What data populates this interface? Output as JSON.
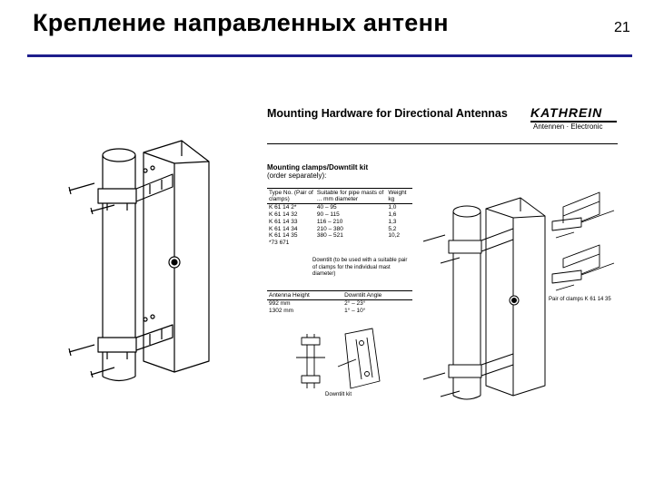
{
  "slide": {
    "title": "Крепление направленных антенн",
    "page_number": "21"
  },
  "document": {
    "heading": "Mounting Hardware for Directional Antennas",
    "brand": "KATHREIN",
    "brand_subtitle": "Antennen · Electronic",
    "kit_title": "Mounting clamps/Downtilt kit",
    "kit_subtitle": "(order separately):",
    "clamp_table": {
      "headers": [
        "Type No. (Pair of clamps)",
        "Suitable for pipe masts of ... mm diameter",
        "Weight kg"
      ],
      "rows": [
        [
          "K 61 14 2*",
          "40 – 95",
          "1,0"
        ],
        [
          "K 61 14 32",
          "90 – 115",
          "1,6"
        ],
        [
          "K 61 14 33",
          "116 – 210",
          "1,3"
        ],
        [
          "K 61 14 34",
          "210 – 380",
          "5,2"
        ],
        [
          "K 61 14 35",
          "380 – 521",
          "10,2"
        ]
      ],
      "footnote_type": "*73 671",
      "footnote_text": "Downtilt (to be used with a suitable pair of clamps for the individual mast diameter)"
    },
    "angle_table": {
      "headers": [
        "Antenna Height",
        "Downtilt Angle"
      ],
      "rows": [
        [
          "992 mm",
          "2° – 23°"
        ],
        [
          "1302 mm",
          "1° – 10°"
        ]
      ]
    },
    "downtilt_caption": "Downtilt kit",
    "pair_caption": "Pair of clamps K 61 14 35"
  }
}
